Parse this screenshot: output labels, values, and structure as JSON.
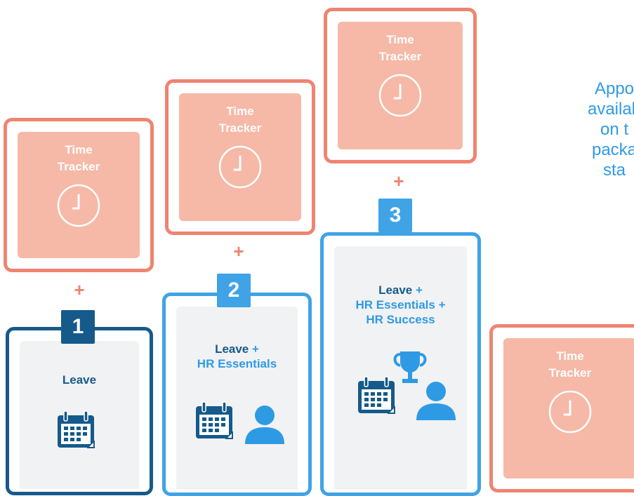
{
  "time_tracker": {
    "title_line1": "Time",
    "title_line2": "Tracker",
    "icon": "clock-icon"
  },
  "plus_sign": "+",
  "tiers": [
    {
      "number": "1",
      "lines": [
        "Leave"
      ],
      "icons": [
        "calendar-icon"
      ]
    },
    {
      "number": "2",
      "lines": [
        "Leave",
        "HR Essentials"
      ],
      "plus": "+",
      "icons": [
        "calendar-icon",
        "person-icon"
      ]
    },
    {
      "number": "3",
      "lines": [
        "Leave",
        "HR Essentials",
        "HR Success"
      ],
      "plus": "+",
      "icons": [
        "calendar-icon",
        "trophy-icon",
        "person-icon"
      ]
    }
  ],
  "caption": {
    "lines": [
      "Appo",
      "availab",
      "on t",
      "packa",
      "sta"
    ]
  },
  "colors": {
    "time_tracker_border": "#ef8470",
    "time_tracker_fill": "#f6b9a7",
    "tier1_accent": "#155a8a",
    "tier_accent_light": "#3fa3e6",
    "text_dark_blue": "#155a8a",
    "text_light_blue": "#2f9ae4",
    "card_inner": "#f1f2f3"
  }
}
